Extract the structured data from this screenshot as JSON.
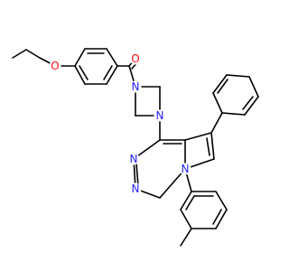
{
  "molecule": {
    "atom_labels": {
      "carbonyl_oxygen": "O",
      "ether_oxygen": "O",
      "piperazine_n_amide": "N",
      "piperazine_n_aryl": "N",
      "pyrimidine_n3": "N",
      "pyrimidine_n1": "N",
      "pyrrole_n7": "N"
    },
    "colors": {
      "bond": "#000000",
      "nitrogen": "#2323ff",
      "oxygen": "#ff0d0d",
      "background": "#ffffff"
    }
  }
}
